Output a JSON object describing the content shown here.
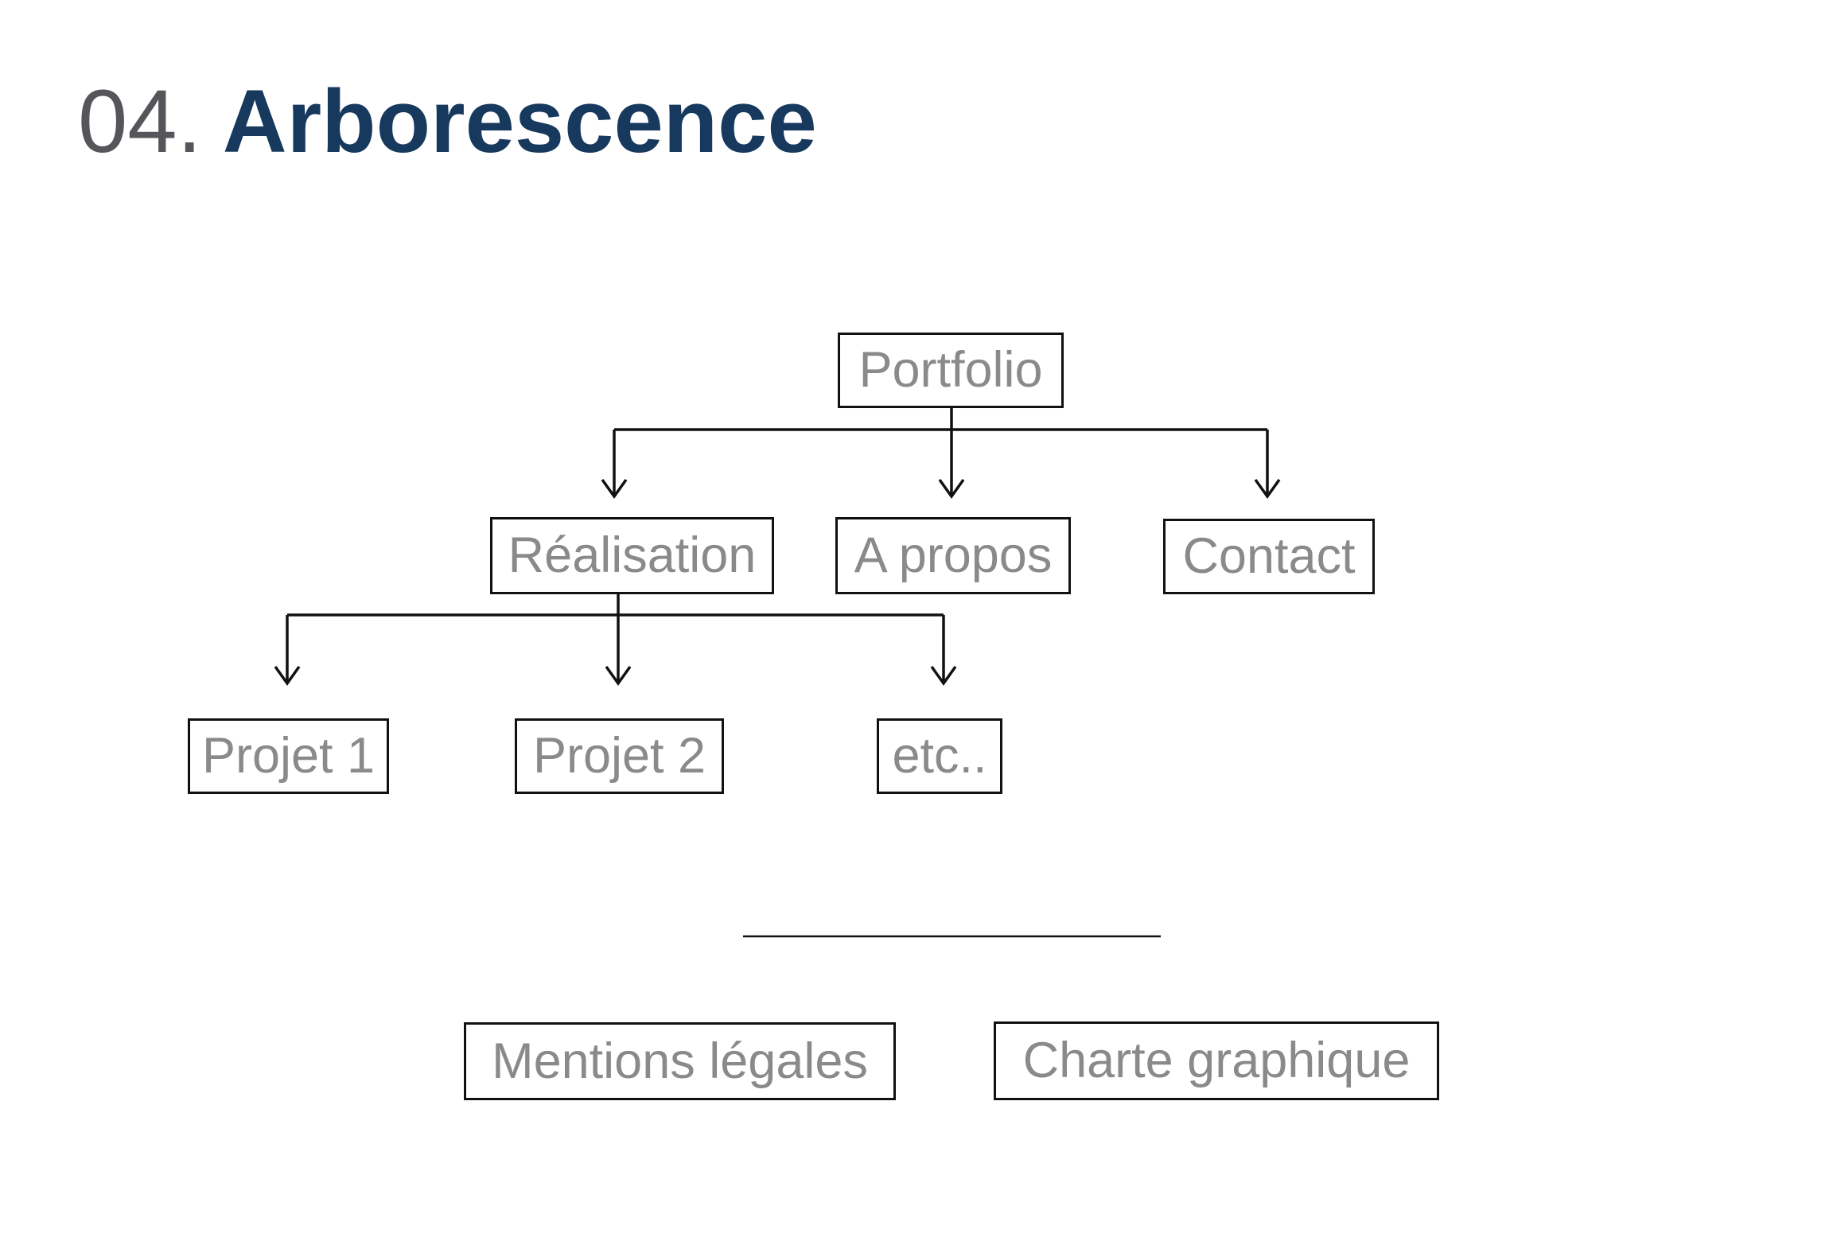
{
  "title": {
    "number": "04.",
    "text": "Arborescence"
  },
  "colors": {
    "background": "#ffffff",
    "title_number": "#55565a",
    "title_accent": "#17395e",
    "node_border": "#111111",
    "node_text": "#8a8a8a",
    "connector": "#111111"
  },
  "diagram": {
    "type": "sitemap-tree",
    "root": {
      "label": "Portfolio"
    },
    "children": [
      {
        "label": "Réalisation"
      },
      {
        "label": "A propos"
      },
      {
        "label": "Contact"
      }
    ],
    "realisation_children": [
      {
        "label": "Projet 1"
      },
      {
        "label": "Projet 2"
      },
      {
        "label": "etc.."
      }
    ],
    "footer_nodes": [
      {
        "label": "Mentions légales"
      },
      {
        "label": "Charte graphique"
      }
    ]
  }
}
